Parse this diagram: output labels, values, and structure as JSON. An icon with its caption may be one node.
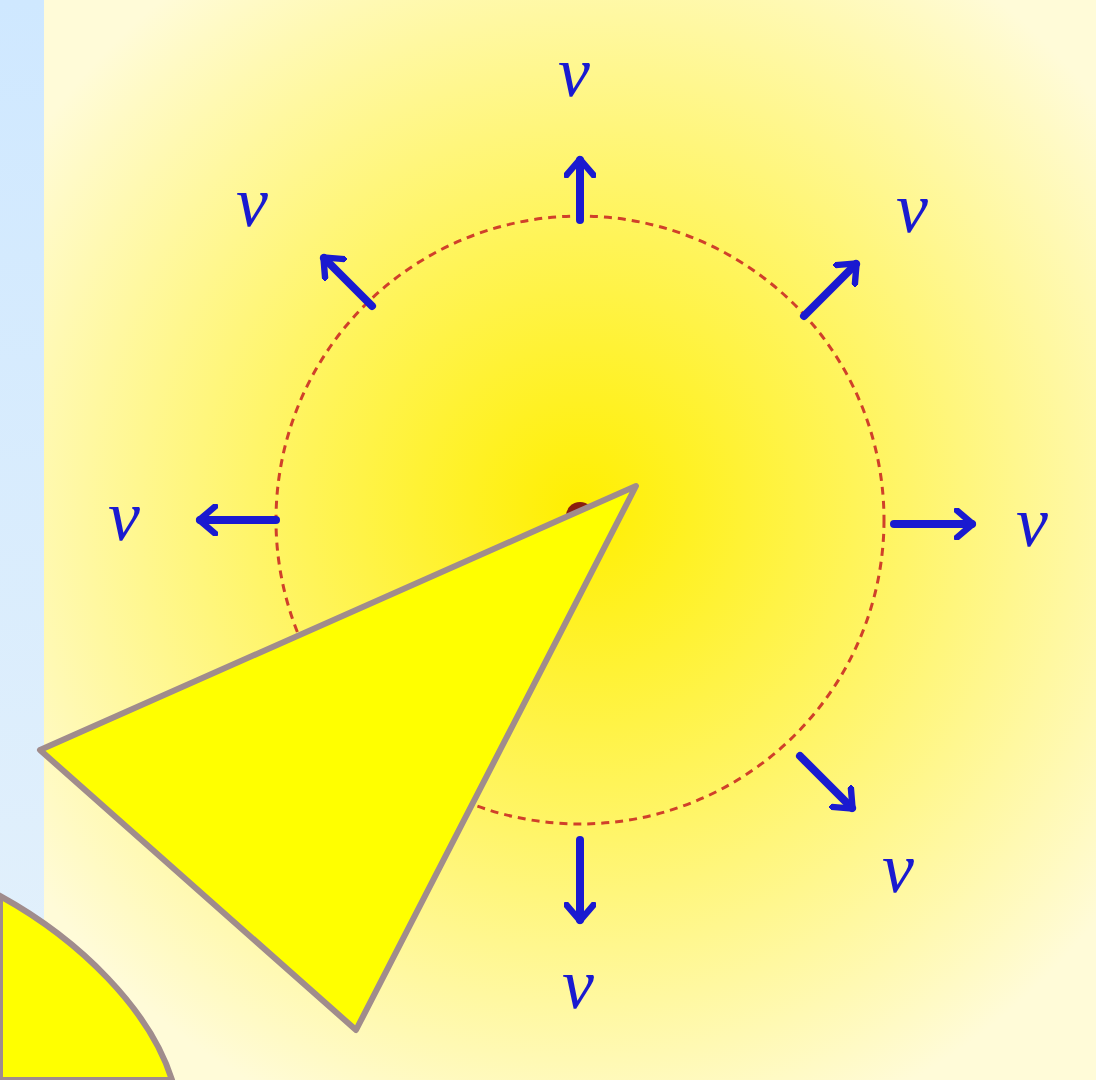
{
  "diagram": {
    "labels": [
      "v",
      "v",
      "v",
      "v",
      "v",
      "v",
      "v"
    ]
  }
}
